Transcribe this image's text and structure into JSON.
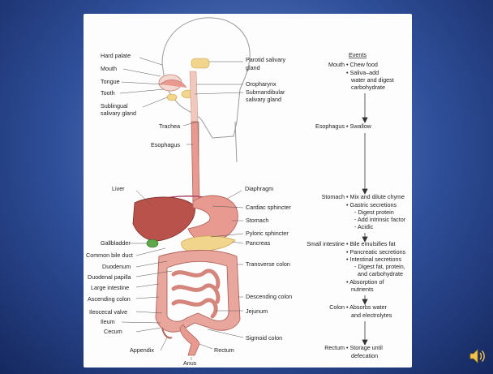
{
  "left_labels": {
    "hard_palate": "Hard palate",
    "mouth": "Mouth",
    "tongue": "Tongue",
    "tooth": "Tooth",
    "sublingual_1": "Sublingual",
    "sublingual_2": "salivary gland",
    "liver": "Liver",
    "gallbladder": "Gallbladder",
    "common_bile_duct": "Common bile duct",
    "duodenum": "Duodenum",
    "duodenal_papilla": "Duodenal papilla",
    "large_intestine": "Large intestine",
    "ascending_colon": "Ascending colon",
    "ileocecal_valve": "Ileocecal valve",
    "ileum": "Ileum",
    "cecum": "Cecum",
    "appendix": "Appendix",
    "anus": "Anus"
  },
  "right_labels": {
    "parotid_1": "Parotid salivary",
    "parotid_2": "gland",
    "oropharynx": "Oropharynx",
    "submandibular_1": "Submandibular",
    "submandibular_2": "salivary gland",
    "trachea": "Trachea",
    "esophagus": "Esophagus",
    "diaphragm": "Diaphragm",
    "cardiac_sphincter": "Cardiac sphincter",
    "stomach": "Stomach",
    "pyloric_sphincter": "Pyloric sphincter",
    "pancreas": "Pancreas",
    "transverse_colon": "Transverse colon",
    "descending_colon": "Descending colon",
    "jejunum": "Jejunum",
    "sigmoid_colon": "Sigmoid colon",
    "rectum": "Rectum"
  },
  "events": {
    "header": "Events",
    "mouth": {
      "organ": "Mouth",
      "lines": [
        "• Chew food",
        "• Saliva–add",
        "water and digest",
        "carbohydrate"
      ]
    },
    "esophagus": {
      "organ": "Esophagus",
      "lines": [
        "• Swallow"
      ]
    },
    "stomach": {
      "organ": "Stomach",
      "lines": [
        "• Mix and dilute chyme",
        "• Gastric secretions",
        "- Digest protein",
        "- Add intrinsic factor",
        "- Acidic"
      ]
    },
    "small_intestine": {
      "organ": "Small intestine",
      "lines": [
        "• Bile emulsifies fat",
        "• Pancreatic secretions",
        "• Intestinal secretions",
        "- Digest fat, protein,",
        "and carbohydrate",
        "• Absorption of",
        "nutrients"
      ]
    },
    "colon": {
      "organ": "Colon",
      "lines": [
        "• Absorbs water",
        "and electrolytes"
      ]
    },
    "rectum": {
      "organ": "Rectum",
      "lines": [
        "• Storage until",
        "defecation"
      ]
    }
  },
  "icons": {
    "speaker": "speaker-icon"
  },
  "colors": {
    "background": "#2f4f9a",
    "organ_pink": "#e8a29a",
    "liver": "#b8524a",
    "gall": "#5fa84a",
    "pancreas": "#f1d58c"
  }
}
